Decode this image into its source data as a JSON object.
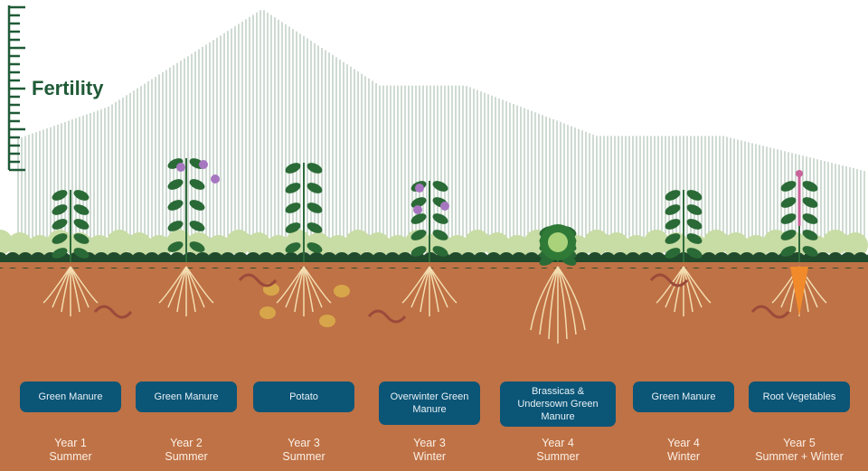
{
  "axis_label": "Fertility",
  "colors": {
    "soil": "#bf7245",
    "box": "#0b5577",
    "green": "#1f5a37",
    "hatch": "#9fb7a6",
    "bush": "#c8dca5"
  },
  "fertility_profile": [
    20,
    40,
    100,
    53,
    53,
    22,
    22,
    0
  ],
  "stages": [
    {
      "crop": "Green Manure",
      "year": "Year 1",
      "season": "Summer"
    },
    {
      "crop": "Green Manure",
      "year": "Year 2",
      "season": "Summer"
    },
    {
      "crop": "Potato",
      "year": "Year 3",
      "season": "Summer"
    },
    {
      "crop": "Overwinter Green Manure",
      "year": "Year 3",
      "season": "Winter"
    },
    {
      "crop": "Brassicas & Undersown Green Manure",
      "year": "Year 4",
      "season": "Summer"
    },
    {
      "crop": "Green Manure",
      "year": "Year 4",
      "season": "Winter"
    },
    {
      "crop": "Root Vegetables",
      "year": "Year 5",
      "season": "Summer + Winter"
    }
  ]
}
